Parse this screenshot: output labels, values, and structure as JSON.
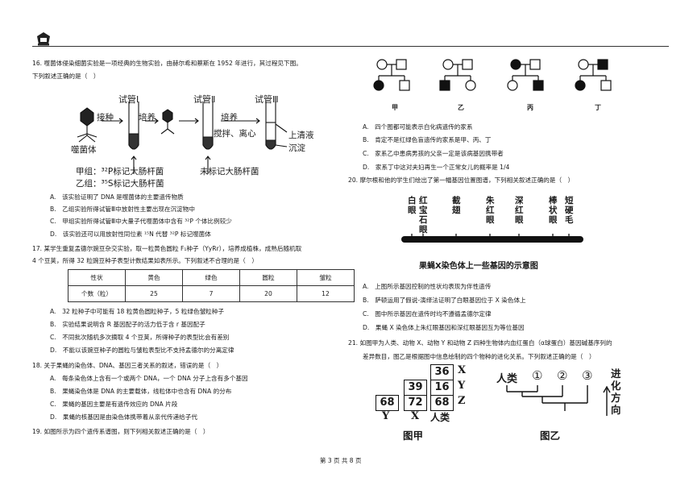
{
  "header": {
    "logo_icon": "school-crest-icon"
  },
  "q16": {
    "stem1": "16. 噬菌体侵染细菌实验是一项经典的生物实验，由赫尔希和蔡斯在 1952 年进行，其过程见下图。",
    "stem2": "下列叙述正确的是（　）",
    "fig": {
      "tube1": "试管Ⅰ",
      "tube2": "试管Ⅱ",
      "tube3": "试管Ⅲ",
      "step1": "接种",
      "step2": "培养",
      "step3": "培养",
      "step4": "搅拌、离心",
      "phage": "噬菌体",
      "supernatant": "上清液",
      "sediment": "沉淀",
      "groupA": "甲组：³²P标记大肠杆菌",
      "groupB": "乙组：³⁵S标记大肠杆菌",
      "unlabeled": "未标记大肠杆菌"
    },
    "options": [
      "A.　该实验证明了 DNA 是噬菌体的主要遗传物质",
      "B.　乙组实验所得试管Ⅲ中放射性主要出现在沉淀物中",
      "C.　甲组实验所得试管Ⅲ中大量子代噬菌体中含有 ³²P 个体比例较少",
      "D.　该实验还可以用放射性同位素 ¹⁵N 代替 ³²P 标记噬菌体"
    ]
  },
  "q17": {
    "stem1": "17. 某学生重复孟德尔豌豆杂交实验，取一粒黄色圆粒 F₁种子（YyRr），培养成植株，成熟后随机取",
    "stem2": "4 个豆荚，所得 32 粒豌豆种子表型计数结果如表所示。下列叙述不合理的是（　）",
    "table": {
      "headers": [
        "性状",
        "黄色",
        "绿色",
        "圆粒",
        "皱粒"
      ],
      "row": [
        "个数（粒）",
        "25",
        "7",
        "20",
        "12"
      ]
    },
    "options": [
      "A.　32 粒种子中可能有 18 粒黄色圆粒种子，5 粒绿色皱粒种子",
      "B.　实验结果说明含 R 基因配子的活力低于含 r 基因配子",
      "C.　不同批次随机多次摘取 4 个豆荚，所得种子的表型比会有差别",
      "D.　不能以该豌豆种子的圆粒与皱粒表型比不支持孟德尔的分离定律"
    ]
  },
  "q18": {
    "stem": "18. 关于果蝇的染色体、DNA、基因三者关系的叙述，错误的是（　）",
    "options": [
      "A.　每条染色体上含有一个或两个 DNA，一个 DNA 分子上含有多个基因",
      "B.　果蝇染色体是 DNA 的主要载体，线粒体中也含有 DNA 的分布",
      "C.　果蝇的基因主要是有遗传效应的 DNA 片段",
      "D.　果蝇的核基因是由染色体携带着从亲代传递给子代"
    ]
  },
  "q19": {
    "stem": "19. 如图所示为四个遗传系谱图，则下列相关叙述正确的是（　）"
  },
  "pedigree": {
    "labels": [
      "甲",
      "乙",
      "丙",
      "丁"
    ],
    "options": [
      "A.　四个图都可能表示白化病遗传的家系",
      "B.　肯定不是红绿色盲遗传的家系是甲、丙、丁",
      "C.　家系乙中患病男孩的父亲一定是该病基因携带者",
      "D.　家系丁中这对夫妇再生一个正常女儿的概率是 1/4"
    ]
  },
  "q20": {
    "stem": "20. 摩尔根和他的学生们绘出了第一幅基因位置图谱，下列相关叙述正确的是（　）",
    "genes": [
      "白眼",
      "红宝石眼",
      "截翅",
      "朱红眼",
      "深红眼",
      "棒状眼",
      "短硬毛"
    ],
    "caption": "果蝇X染色体上一些基因的示意图",
    "options": [
      "A.　上图所示基因控制的性状均表现为伴性遗传",
      "B.　萨顿运用了假说-演绎法证明了白眼基因位于 X 染色体上",
      "C.　图中所示基因在遗传时均不遵循孟德尔定律",
      "D.　果蝇 X 染色体上朱红眼基因和深红眼基因互为等位基因"
    ]
  },
  "q21": {
    "stem1": "21. 如图甲为人类、动物 X、动物 Y 和动物 Z 四种生物体内血红蛋白（α球蛋白）基因碱基序列的",
    "stem2": "差异数目，图乙是根据图中信息绘制的四个物种的进化关系。下列叙述正确的是（　）",
    "grid": {
      "values": [
        "36",
        "39",
        "16",
        "68",
        "72",
        "68"
      ],
      "row_labels": [
        "X",
        "Y",
        "Z"
      ],
      "col_labels": [
        "Y",
        "X",
        "人类"
      ]
    },
    "figA": "图甲",
    "figB": "图乙",
    "tree": {
      "root_label": "人类",
      "nodes": [
        "①",
        "②",
        "③"
      ],
      "arrow_text": "进化方向"
    }
  },
  "footer": "第 3 页 共 8 页"
}
